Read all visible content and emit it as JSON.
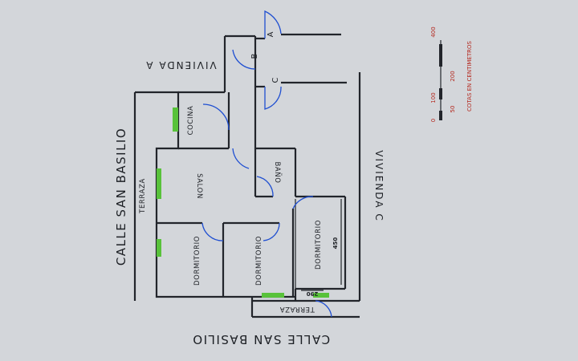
{
  "streets": {
    "west": "CALLE SAN BASILIO",
    "south": "CALLE SAN BASILIO"
  },
  "neighbors": {
    "top": "VIVIENDA A",
    "right": "VIVIENDA C"
  },
  "rooms": {
    "kitchen": "COCINA",
    "terrace_west": "TERRAZA",
    "living": "SALON",
    "bathroom": "BAÑO",
    "bedroom_1": "DORMITORIO",
    "bedroom_2": "DORMITORIO",
    "bedroom_3": "DORMITORIO",
    "terrace_south": "TERRAZA"
  },
  "doors": {
    "a": "A",
    "b": "B",
    "c": "C"
  },
  "dimensions": {
    "bedroom_3_length": "450",
    "small_span": "290"
  },
  "scale": {
    "caption": "COTAS EN CENTIMETROS",
    "ticks": [
      "0",
      "50",
      "100",
      "200",
      "400"
    ],
    "color": "#b4281e"
  },
  "colors": {
    "walls": "#22252b",
    "doors": "#1f4fd1",
    "windows": "#58c23a"
  }
}
